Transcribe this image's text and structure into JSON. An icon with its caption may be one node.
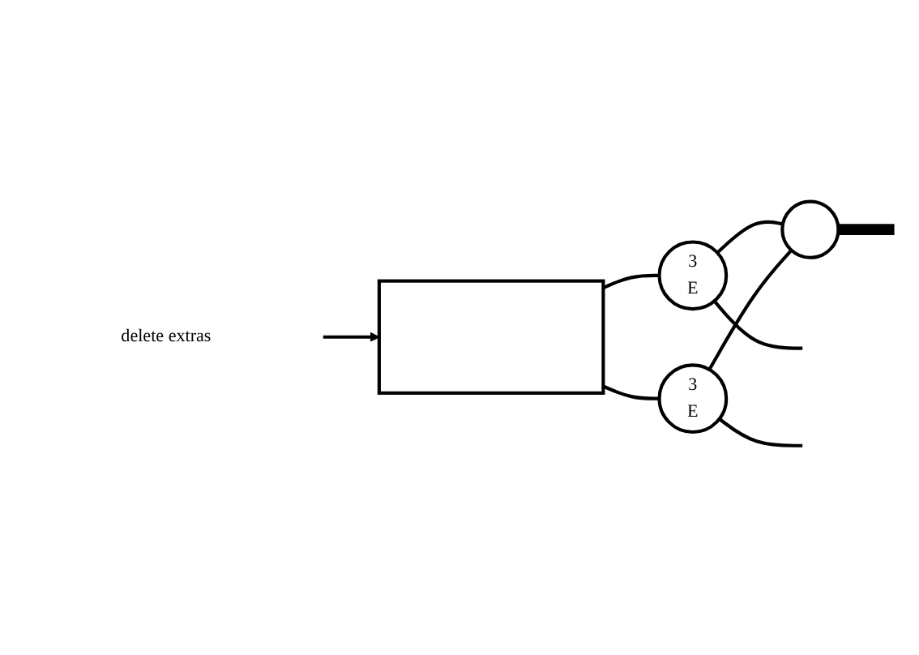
{
  "diagram": {
    "nodes": [
      {
        "text": [],
        "shape": "box"
      },
      {
        "text": [
          "3",
          "E"
        ]
      },
      {
        "text": [
          "3",
          "E"
        ]
      },
      {
        "text": [],
        "shape": "circle"
      },
      {
        "text": [
          "delete extras"
        ]
      }
    ],
    "edges": [
      {
        "from": 0,
        "to": 1,
        "arrow": "none"
      },
      {
        "from": 0,
        "to": 2,
        "arrow": "none"
      },
      {
        "from": 1,
        "to": 3,
        "arrow": "none"
      },
      {
        "from": 2,
        "to": 3,
        "arrow": "none"
      },
      {
        "from": 3,
        "to": null,
        "arrow": "none",
        "style": "thick"
      },
      {
        "from": 1,
        "to": null,
        "arrow": "none"
      },
      {
        "from": 2,
        "to": null,
        "arrow": "none"
      },
      {
        "from": 4,
        "to": 0,
        "arrow": "to"
      }
    ]
  }
}
